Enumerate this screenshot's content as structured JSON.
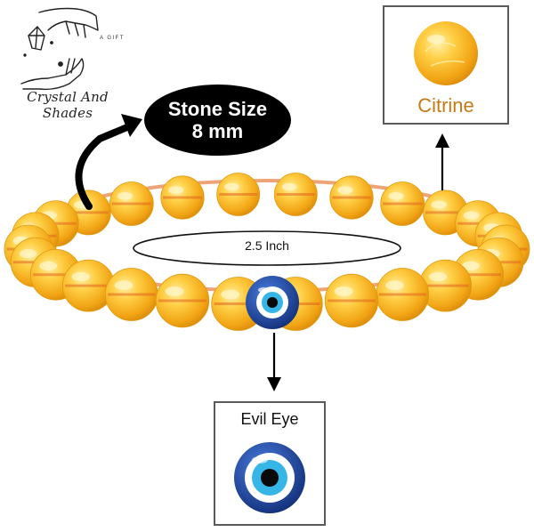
{
  "brand": {
    "name": "Crystal And Shades",
    "tagline": "A GIFT"
  },
  "stone_size": {
    "line1": "Stone Size",
    "line2": "8 mm"
  },
  "diameter_label": "2.5 Inch",
  "citrine_label": "Citrine",
  "evil_eye_label": "Evil Eye",
  "colors": {
    "bead": "#f6b21e",
    "bead_highlight": "#ffe48a",
    "cord": "#e2671f",
    "evil_eye_outer": "#1d4fb5",
    "evil_eye_iris": "#35b6e6",
    "citrine_text": "#c77a14"
  },
  "icons": [
    "hands-crystal-logo-icon",
    "curved-arrow-icon",
    "arrow-up-icon",
    "arrow-down-icon",
    "evil-eye-bead-icon"
  ]
}
